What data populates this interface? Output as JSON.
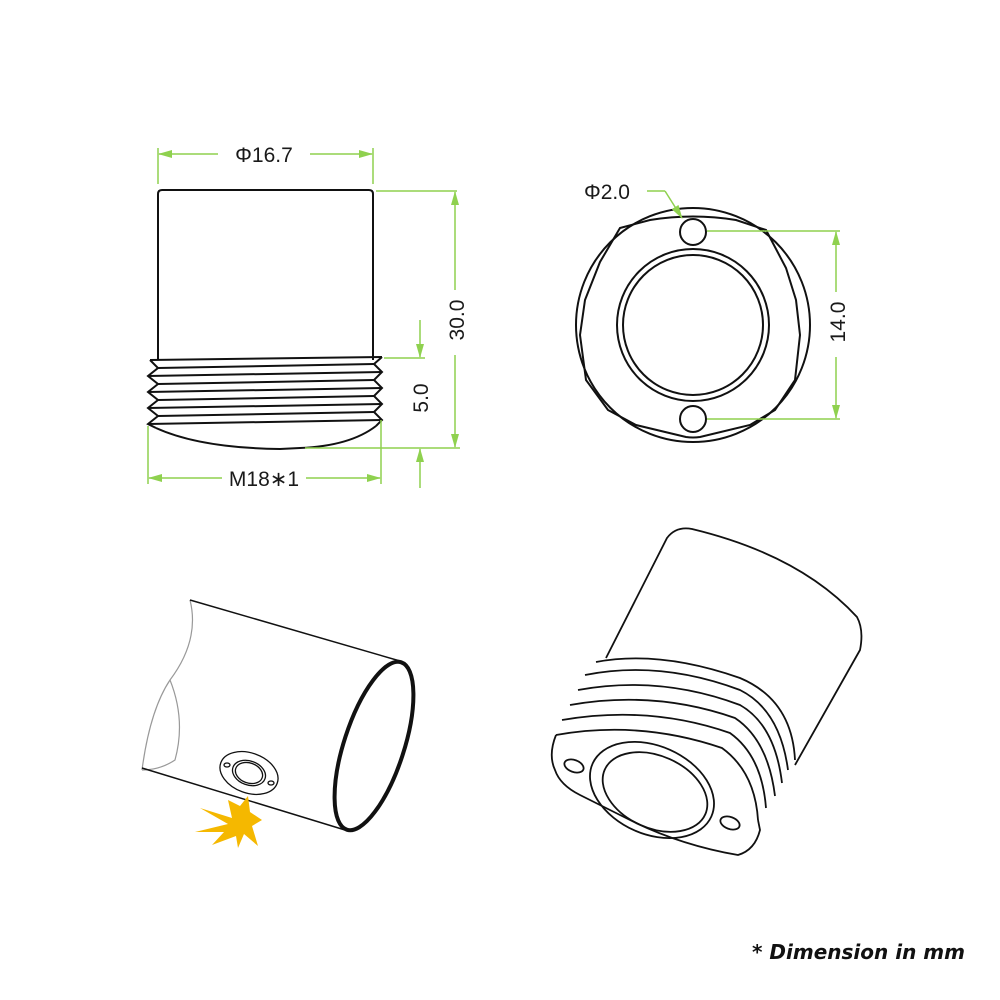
{
  "drawing": {
    "colors": {
      "outline": "#111111",
      "dimension": "#8fd14f",
      "laser_burst": "#f5b800",
      "ghost_line": "#999999"
    },
    "front_view": {
      "diameter_label": "Φ16.7",
      "height_label": "30.0",
      "thread_length_label": "5.0",
      "thread_label": "M18∗1"
    },
    "end_view": {
      "hole_diameter_label": "Φ2.0",
      "hole_spacing_label": "14.0"
    },
    "iso_views": [
      {
        "name": "installed-in-tube",
        "description": "Module mounted in tube with emitter window and laser burst"
      },
      {
        "name": "module-isometric",
        "description": "Threaded module isometric view"
      }
    ],
    "note": "* Dimension in mm"
  }
}
